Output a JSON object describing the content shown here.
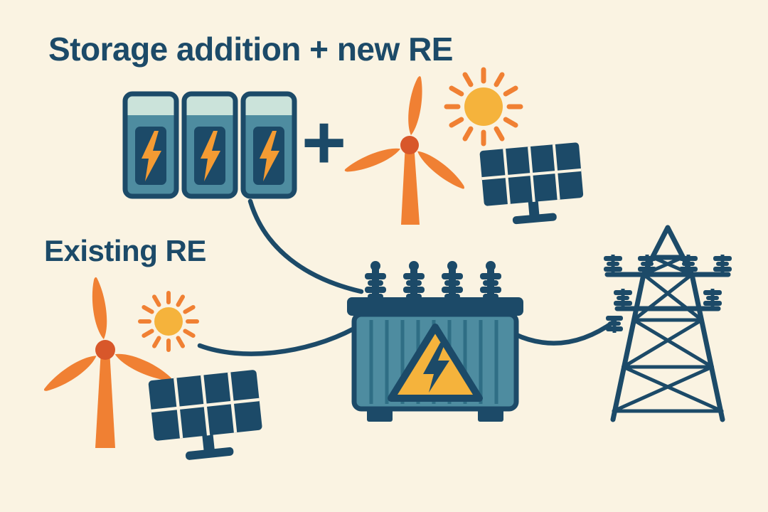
{
  "labels": {
    "storage_title": "Storage addition + new RE",
    "existing_title": "Existing RE",
    "plus_sign": "+"
  },
  "palette": {
    "navy": "#1C4A68",
    "teal": "#4E8CA0",
    "teal_dark": "#2F6E85",
    "mint": "#CBE3DA",
    "orange": "#F08033",
    "orange_deep": "#D8572A",
    "amber": "#F5B33C",
    "cream": "#FAF3E2",
    "bolt_orange": "#F49B33"
  },
  "diagram": {
    "groups": [
      {
        "id": "storage-new-re",
        "label": "Storage addition + new RE",
        "components": [
          "battery",
          "battery",
          "battery",
          "plus-sign",
          "wind-turbine",
          "sun",
          "solar-panel"
        ]
      },
      {
        "id": "existing-re",
        "label": "Existing RE",
        "components": [
          "wind-turbine",
          "sun",
          "solar-panel"
        ]
      },
      {
        "id": "grid",
        "label": "",
        "components": [
          "transformer",
          "transmission-tower"
        ]
      }
    ],
    "connections": [
      {
        "from": "storage-new-re",
        "to": "transformer"
      },
      {
        "from": "existing-re",
        "to": "transformer"
      },
      {
        "from": "transformer",
        "to": "transmission-tower"
      }
    ]
  }
}
